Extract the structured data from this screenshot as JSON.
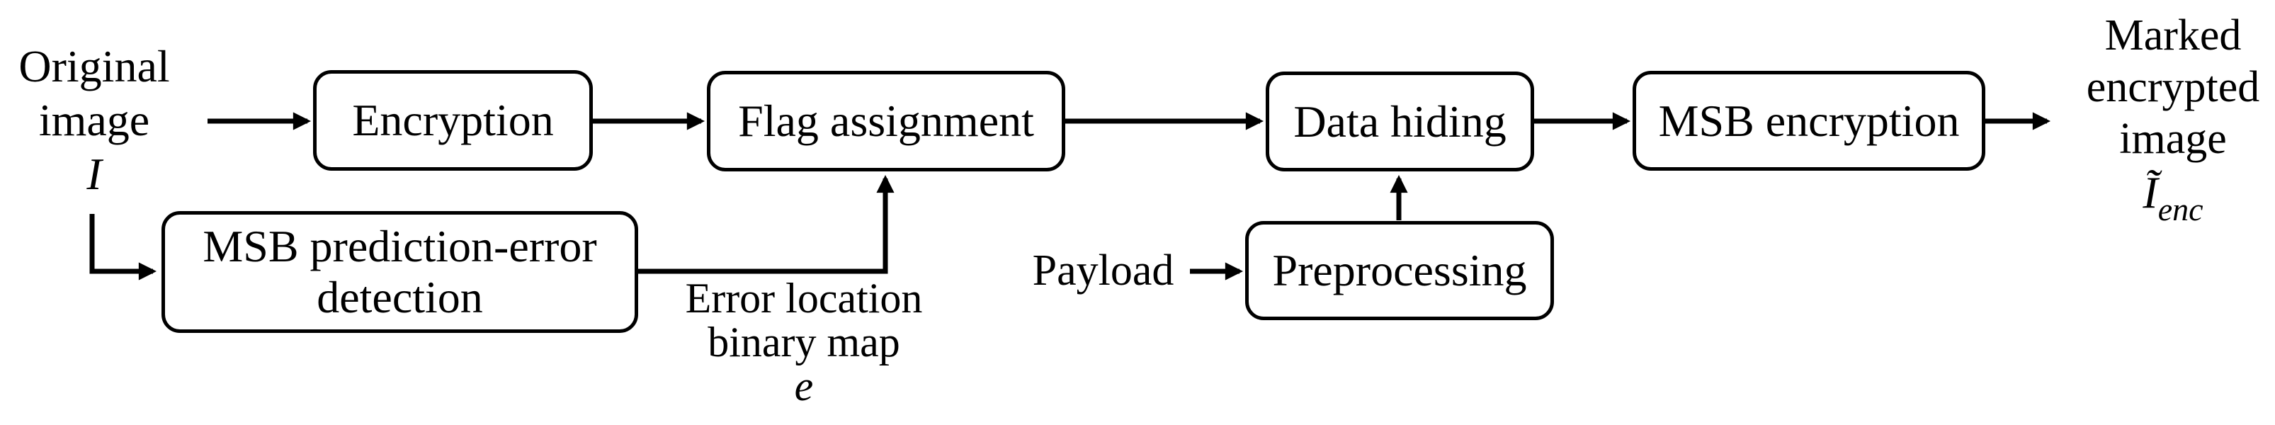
{
  "diagram": {
    "type": "flowchart",
    "colors": {
      "line": "#000000",
      "background": "#ffffff",
      "text": "#000000"
    },
    "nodes": {
      "encryption": "Encryption",
      "flag_assignment": "Flag assignment",
      "data_hiding": "Data hiding",
      "msb_encryption": "MSB encryption",
      "msb_prediction": "MSB prediction-error detection",
      "preprocessing": "Preprocessing"
    },
    "labels": {
      "input": {
        "line1": "Original",
        "line2": "image",
        "symbol": "I"
      },
      "error_map": {
        "line1": "Error location",
        "line2": "binary map",
        "symbol": "e"
      },
      "payload": "Payload",
      "output": {
        "line1": "Marked",
        "line2": "encrypted",
        "line3": "image",
        "symbol_base": "Ĩ",
        "symbol_sub": "enc"
      }
    },
    "flow": [
      "Original image I -> Encryption",
      "Encryption -> Flag assignment",
      "Flag assignment -> Data hiding",
      "Data hiding -> MSB encryption",
      "MSB encryption -> Marked encrypted image Ĩenc",
      "Original image I -> MSB prediction-error detection",
      "MSB prediction-error detection -> (Error location binary map e) -> Flag assignment",
      "Payload -> Preprocessing",
      "Preprocessing -> Data hiding"
    ]
  }
}
